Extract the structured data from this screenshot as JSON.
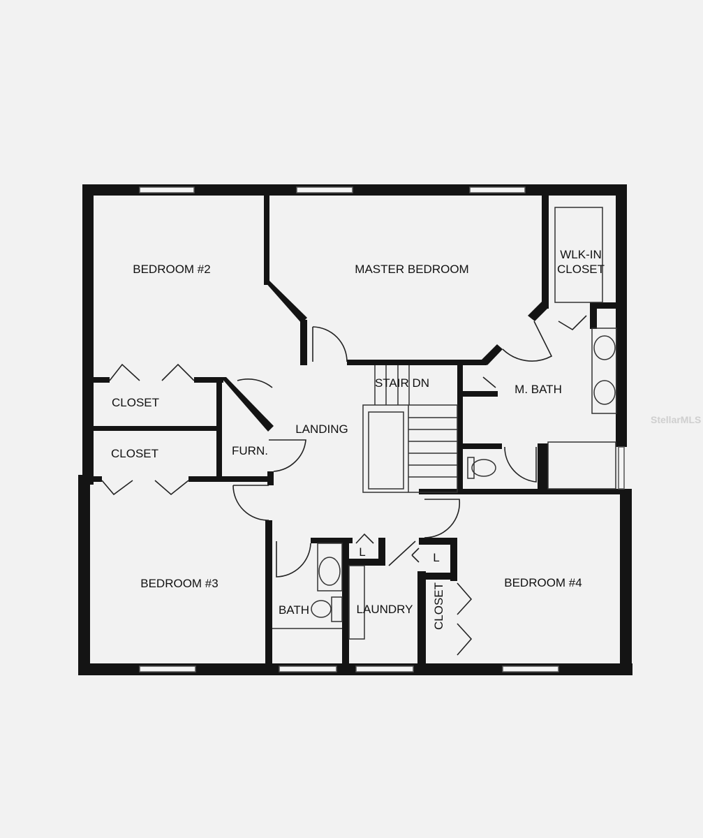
{
  "plan": {
    "rooms": {
      "bedroom2": "BEDROOM #2",
      "master_bedroom": "MASTER BEDROOM",
      "walkin_closet_1": "WLK-IN",
      "walkin_closet_2": "CLOSET",
      "closet_upper": "CLOSET",
      "closet_lower": "CLOSET",
      "furnace": "FURN.",
      "landing": "LANDING",
      "stair": "STAIR DN",
      "master_bath": "M. BATH",
      "bedroom3": "BEDROOM #3",
      "bath": "BATH",
      "laundry": "LAUNDRY",
      "linen1": "L",
      "linen2": "L",
      "closet_bed4": "CLOSET",
      "bedroom4": "BEDROOM #4"
    },
    "wall_color": "#141414",
    "background_color": "#f2f2f2"
  },
  "watermark": "StellarMLS"
}
